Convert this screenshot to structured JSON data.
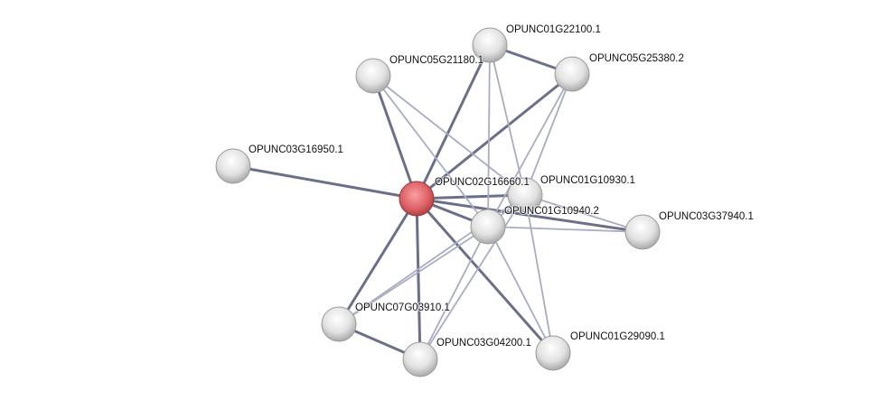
{
  "colors": {
    "query_node": "#d9595f",
    "node": "#dcdcdc",
    "edge_strong": "#6b7089",
    "edge_weak": "#a9adc2"
  },
  "nodes": [
    {
      "id": "OPUNC02G16660.1",
      "query": true
    },
    {
      "id": "OPUNC01G22100.1"
    },
    {
      "id": "OPUNC05G21180.1"
    },
    {
      "id": "OPUNC05G25380.2"
    },
    {
      "id": "OPUNC03G16950.1"
    },
    {
      "id": "OPUNC01G10930.1"
    },
    {
      "id": "OPUNC01G10940.2"
    },
    {
      "id": "OPUNC03G37940.1"
    },
    {
      "id": "OPUNC07G03910.1"
    },
    {
      "id": "OPUNC03G04200.1"
    },
    {
      "id": "OPUNC01G29090.1"
    }
  ],
  "edges": [
    [
      "OPUNC02G16660.1",
      "OPUNC05G21180.1",
      1
    ],
    [
      "OPUNC02G16660.1",
      "OPUNC01G22100.1",
      1
    ],
    [
      "OPUNC02G16660.1",
      "OPUNC05G25380.2",
      1
    ],
    [
      "OPUNC02G16660.1",
      "OPUNC03G16950.1",
      1
    ],
    [
      "OPUNC02G16660.1",
      "OPUNC07G03910.1",
      1
    ],
    [
      "OPUNC02G16660.1",
      "OPUNC03G04200.1",
      1
    ],
    [
      "OPUNC02G16660.1",
      "OPUNC01G29090.1",
      1
    ],
    [
      "OPUNC02G16660.1",
      "OPUNC01G10940.2",
      1
    ],
    [
      "OPUNC02G16660.1",
      "OPUNC01G10930.1",
      1
    ],
    [
      "OPUNC02G16660.1",
      "OPUNC03G37940.1",
      1
    ],
    [
      "OPUNC01G22100.1",
      "OPUNC05G25380.2",
      1
    ],
    [
      "OPUNC07G03910.1",
      "OPUNC03G04200.1",
      1
    ],
    [
      "OPUNC05G21180.1",
      "OPUNC01G10930.1",
      0
    ],
    [
      "OPUNC05G21180.1",
      "OPUNC01G10940.2",
      0
    ],
    [
      "OPUNC01G22100.1",
      "OPUNC01G10940.2",
      0
    ],
    [
      "OPUNC01G22100.1",
      "OPUNC01G10930.1",
      0
    ],
    [
      "OPUNC05G25380.2",
      "OPUNC01G10940.2",
      0
    ],
    [
      "OPUNC05G25380.2",
      "OPUNC01G10930.1",
      0
    ],
    [
      "OPUNC01G10930.1",
      "OPUNC07G03910.1",
      0
    ],
    [
      "OPUNC01G10940.2",
      "OPUNC07G03910.1",
      0
    ],
    [
      "OPUNC01G10940.2",
      "OPUNC03G04200.1",
      0
    ],
    [
      "OPUNC01G10940.2",
      "OPUNC01G29090.1",
      0
    ],
    [
      "OPUNC01G10930.1",
      "OPUNC01G29090.1",
      0
    ],
    [
      "OPUNC01G10940.2",
      "OPUNC03G37940.1",
      0
    ],
    [
      "OPUNC01G10930.1",
      "OPUNC03G37940.1",
      0
    ],
    [
      "OPUNC01G10930.1",
      "OPUNC01G10940.2",
      0
    ],
    [
      "OPUNC01G10930.1",
      "OPUNC03G04200.1",
      0
    ]
  ]
}
